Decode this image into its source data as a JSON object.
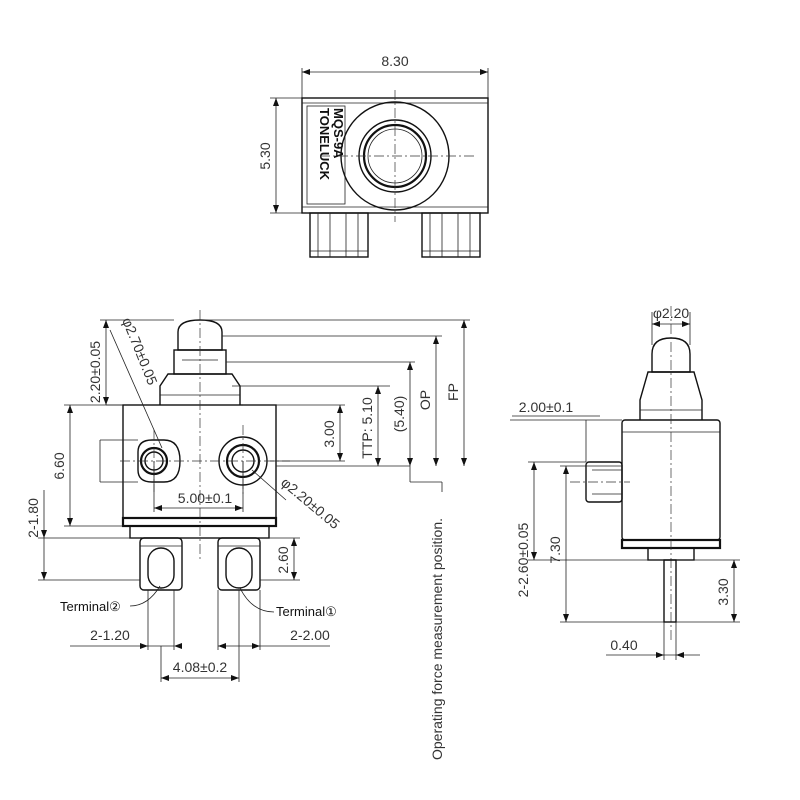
{
  "brand": {
    "line1": "TONELUCK",
    "line2": "MQS-9A"
  },
  "top_view": {
    "width": "8.30",
    "height": "5.30"
  },
  "front_view": {
    "plunger_length": "2.20±0.05",
    "hole_diameter": "φ2.70±0.05",
    "body_height": "6.60",
    "hole_to_bottom": "2-1.80",
    "hole_spacing": "5.00±0.1",
    "terminal_hole": "φ2.20±0.05",
    "hole_center_height": "3.00",
    "ttp": "TTP: 5.10",
    "ttp_ref": "(5.40)",
    "op": "OP",
    "fp": "FP",
    "terminal_length": "2.60",
    "terminal2": "Terminal②",
    "terminal1": "Terminal①",
    "terminal_width_left": "2-1.20",
    "terminal_width_right": "2-2.00",
    "terminal_pitch": "4.08±0.2",
    "note": "Operating force measurement position."
  },
  "side_view": {
    "plunger_diameter": "φ2.20",
    "boss_length": "2.00±0.1",
    "boss_position": "2-2.60±0.05",
    "body_length": "7.30",
    "pin_length": "3.30",
    "pin_thickness": "0.40"
  }
}
